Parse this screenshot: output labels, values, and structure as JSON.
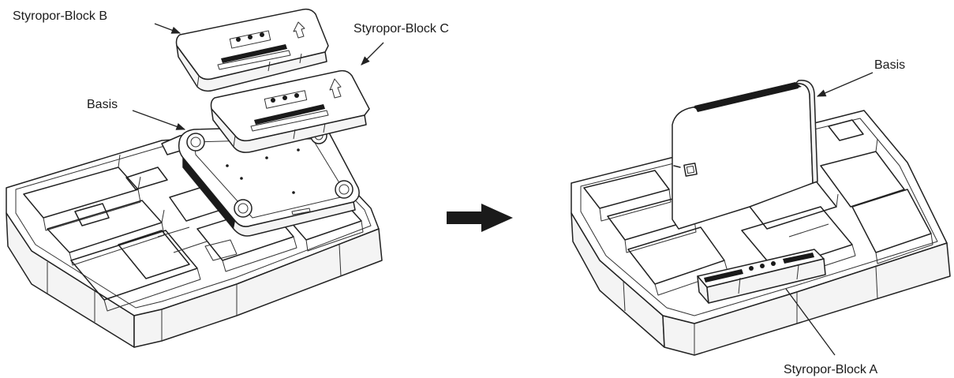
{
  "labels": {
    "block_b": "Styropor-Block B",
    "block_c": "Styropor-Block C",
    "basis_left": "Basis",
    "basis_right": "Basis",
    "block_a": "Styropor-Block A"
  },
  "colors": {
    "line": "#222222",
    "background": "#ffffff",
    "arrow": "#1a1a1a"
  },
  "icons": {
    "step_arrow": "right-arrow-icon",
    "up_arrow": "up-arrow-icon"
  }
}
